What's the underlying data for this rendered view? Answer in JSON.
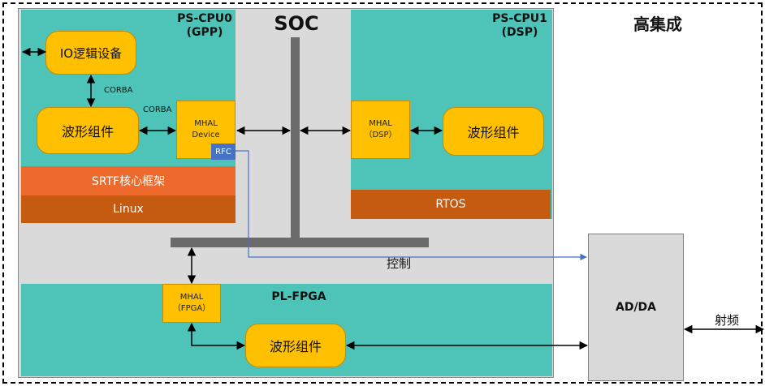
{
  "labels": {
    "integration": "高集成",
    "soc": "SOC",
    "ps_cpu0_line1": "PS-CPU0",
    "ps_cpu0_line2": "(GPP)",
    "ps_cpu1_line1": "PS-CPU1",
    "ps_cpu1_line2": "(DSP)",
    "pl_fpga": "PL-FPGA",
    "control": "控制",
    "rf": "射频",
    "corba_vertical": "CORBA",
    "corba_horizontal": "CORBA"
  },
  "blocks": {
    "io_logic_device": "IO逻辑设备",
    "waveform_gpp": "波形组件",
    "waveform_dsp": "波形组件",
    "waveform_fpga": "波形组件",
    "mhal_device_line1": "MHAL",
    "mhal_device_line2": "Device",
    "rfc": "RFC",
    "mhal_dsp_line1": "MHAL",
    "mhal_dsp_line2": "（DSP）",
    "mhal_fpga_line1": "MHAL",
    "mhal_fpga_line2": "（FPGA）",
    "srtf_core": "SRTF核心框架",
    "linux": "Linux",
    "rtos": "RTOS",
    "ad_da": "AD/DA"
  },
  "colors": {
    "teal": "#4dc4b7",
    "yellow": "#ffc000",
    "orange": "#ed6a2c",
    "brown": "#c55a11",
    "blue": "#4472c4",
    "gray": "#dadada",
    "bus": "#6b6b6b"
  }
}
